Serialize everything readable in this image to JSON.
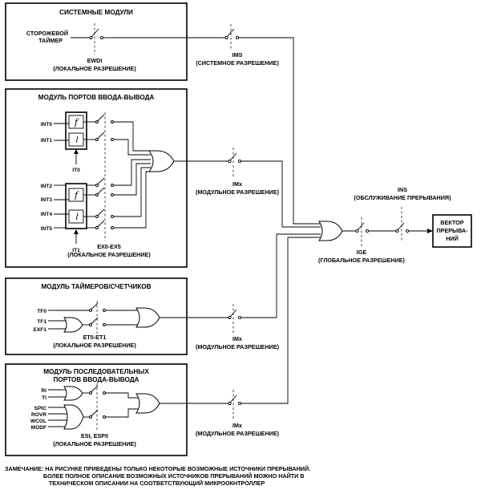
{
  "modules": {
    "system": {
      "title": "СИСТЕМНЫЕ МОДУЛИ",
      "watchdog_line1": "СТОРОЖЕВОЙ",
      "watchdog_line2": "ТАЙМЕР",
      "enable_name": "EWDI",
      "enable_desc": "(ЛОКАЛЬНОЕ РАЗРЕШЕНИЕ)"
    },
    "io": {
      "title": "МОДУЛЬ ПОРТОВ ВВОДА-ВЫВОДА",
      "inputs": [
        "INT0",
        "INT1",
        "INT2",
        "INT3",
        "INT4",
        "INT5"
      ],
      "it0": "IT0",
      "it1": "IT1",
      "enable_name": "EX0-EX5",
      "enable_desc": "(ЛОКАЛЬНОЕ РАЗРЕШЕНИЕ)"
    },
    "timers": {
      "title": "МОДУЛЬ ТАЙМЕРОВ/СЧЕТЧИКОВ",
      "inputs": [
        "TF0",
        "TF1",
        "EXF1"
      ],
      "enable_name": "ET0-ET1",
      "enable_desc": "(ЛОКАЛЬНОЕ РАЗРЕШЕНИЕ)"
    },
    "serial": {
      "title_line1": "МОДУЛЬ ПОСЛЕДОВАТЕЛЬНЫХ",
      "title_line2": "ПОРТОВ ВВОДА-ВЫВОДА",
      "inputs_a": [
        "RI",
        "TI"
      ],
      "inputs_b": [
        "SPIC",
        "ROVR",
        "WCOL",
        "MODF"
      ],
      "enable_name": "ESI, ESPII",
      "enable_desc": "(ЛОКАЛЬНОЕ РАЗРЕШЕНИЕ)"
    }
  },
  "switches": {
    "ims_name": "IMS",
    "ims_desc": "(СИСТЕМНОЕ РАЗРЕШЕНИЕ)",
    "imx_name": "IMx",
    "imx_desc": "(МОДУЛЬНОЕ РАЗРЕШЕНИЕ)",
    "ige_name": "IGE",
    "ige_desc": "(ГЛОБАЛЬНОЕ РАЗРЕШЕНИЕ)",
    "ins_name": "INS",
    "ins_desc": "(ОБСЛУЖИВАНИЕ ПРЕРЫВАНИЯ)"
  },
  "vector": {
    "line1": "ВЕКТОР",
    "line2": "ПРЕРЫВА-",
    "line3": "НИЙ"
  },
  "note": {
    "line1": "ЗАМЕЧАНИЕ: НА РИСУНКЕ ПРИВЕДЕНЫ ТОЛЬКО НЕКОТОРЫЕ ВОЗМОЖНЫЕ ИСТОЧНИКИ ПРЕРЫВАНИЙ.",
    "line2": "БОЛЕЕ ПОЛНОЕ ОПИСАНИЕ ВОЗМОЖНЫХ ИСТОЧНИКОВ ПРЕРЫВАНИЙ МОЖНО НАЙТИ В",
    "line3": "ТЕХНИЧЕСКОМ ОПИСАНИИ НА СООТВЕТСТВУЮЩИЙ МИКРООКНТРОЛЛЕР"
  },
  "icons": {
    "edge_rising": "f",
    "edge_falling": "⌇"
  }
}
